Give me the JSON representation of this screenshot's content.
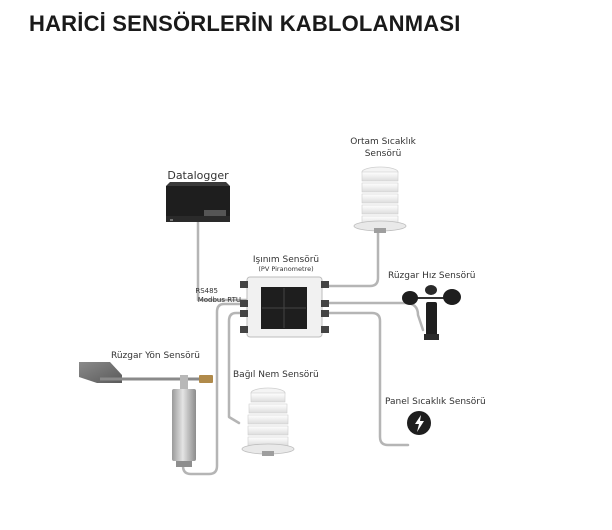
{
  "title": "HARİCİ SENSÖRLERİN KABLOLANMASI",
  "labels": {
    "datalogger": "Datalogger",
    "ambient_line1": "Ortam Sıcaklık",
    "ambient_line2": "Sensörü",
    "irradiance": "Işınım Sensörü",
    "irradiance_sub": "(PV Piranometre)",
    "rs485": "RS485",
    "modbus": "Modbus RTU",
    "wind_speed": "Rüzgar Hız Sensörü",
    "wind_direction": "Rüzgar Yön Sensörü",
    "humidity": "Bağıl Nem Sensörü",
    "panel_temp": "Panel Sıcaklık Sensörü"
  },
  "colors": {
    "cable": "#b5b5b5",
    "device_dark": "#1e1e1e",
    "device_light": "#f1f1f1",
    "sensor_metal": "#c9c9c9"
  },
  "icons": {
    "panel_temp_symbol": "lightning-bolt-icon"
  }
}
